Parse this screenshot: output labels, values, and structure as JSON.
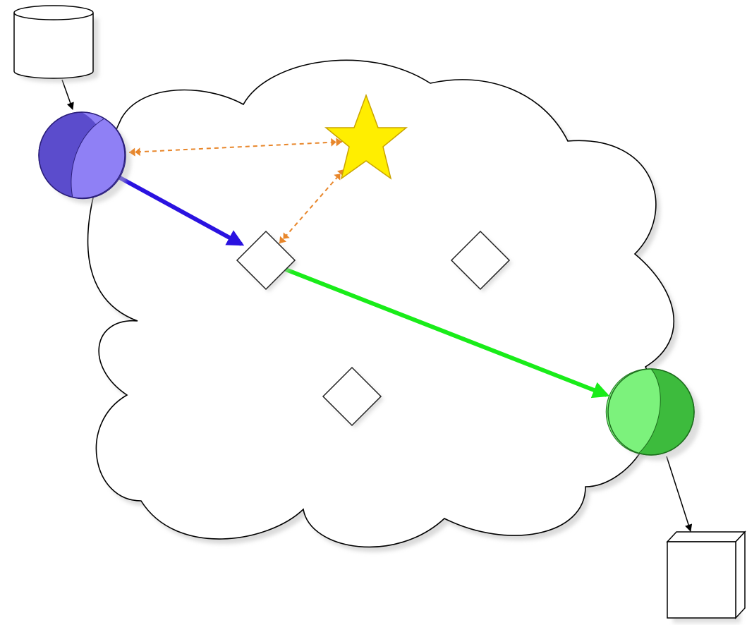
{
  "diagram": {
    "nodes": [
      {
        "id": "database",
        "shape": "cylinder",
        "fill": "#ffffff",
        "stroke": "#000000"
      },
      {
        "id": "source",
        "shape": "circle",
        "fill_dark": "#5b4ccc",
        "fill_light": "#8f80f5",
        "stroke": "#2b1f7a"
      },
      {
        "id": "star",
        "shape": "star",
        "fill": "#ffee00",
        "stroke": "#c9a300"
      },
      {
        "id": "diamond-a",
        "shape": "diamond",
        "fill": "#ffffff",
        "stroke": "#222222"
      },
      {
        "id": "diamond-b",
        "shape": "diamond",
        "fill": "#ffffff",
        "stroke": "#222222"
      },
      {
        "id": "diamond-c",
        "shape": "diamond",
        "fill": "#ffffff",
        "stroke": "#222222"
      },
      {
        "id": "destination",
        "shape": "circle",
        "fill_dark": "#3dbb3d",
        "fill_light": "#7cf27c",
        "stroke": "#1d6e1d"
      },
      {
        "id": "server",
        "shape": "box",
        "fill": "#ffffff",
        "stroke": "#000000"
      }
    ],
    "edges": [
      {
        "from": "database",
        "to": "source",
        "style": "thin-solid",
        "color": "#000000"
      },
      {
        "from": "source",
        "to": "diamond-a",
        "style": "thick-solid",
        "color": "#2a12e0"
      },
      {
        "from": "diamond-a",
        "to": "destination",
        "style": "thick-solid",
        "color": "#19ec19"
      },
      {
        "from": "destination",
        "to": "server",
        "style": "thin-solid",
        "color": "#000000"
      },
      {
        "from": "source",
        "to": "star",
        "style": "dashed-bidirectional",
        "color": "#e8862a"
      },
      {
        "from": "diamond-a",
        "to": "star",
        "style": "dashed-bidirectional",
        "color": "#e8862a"
      }
    ],
    "cloud": {
      "fill": "#ffffff",
      "stroke": "#000000"
    },
    "shadow_color": "#bdbdbd"
  }
}
